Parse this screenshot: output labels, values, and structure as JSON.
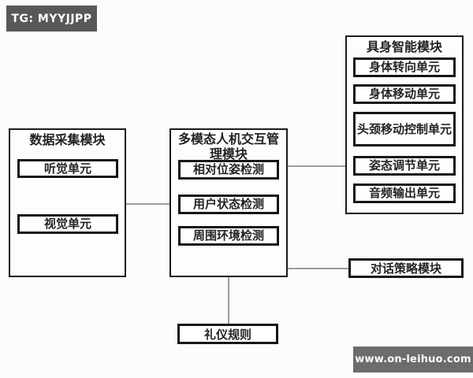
{
  "badge": {
    "label": "TG: MYYJJPP"
  },
  "watermark": {
    "label": "www.on-leihuo.com"
  },
  "modules": {
    "data_collection": {
      "title": "数据采集模块",
      "units": [
        "听觉单元",
        "视觉单元"
      ]
    },
    "interaction": {
      "title": "多模态人机交互管理模块",
      "units": [
        "相对位姿检测",
        "用户状态检测",
        "周围环境检测"
      ]
    },
    "embodied": {
      "title": "具身智能模块",
      "units": [
        "身体转向单元",
        "身体移动单元",
        "头颈移动控制单元",
        "姿态调节单元",
        "音频输出单元"
      ]
    },
    "dialogue": {
      "title": "对话策略模块"
    },
    "etiquette": {
      "title": "礼仪规则"
    }
  },
  "colors": {
    "badge_bg": "#58585a",
    "watermark_bg": "#6c6c6c",
    "box_border": "#1c1c1c",
    "connector": "#9c9c9c",
    "background": "#fcfcfc",
    "text": "#242424"
  }
}
